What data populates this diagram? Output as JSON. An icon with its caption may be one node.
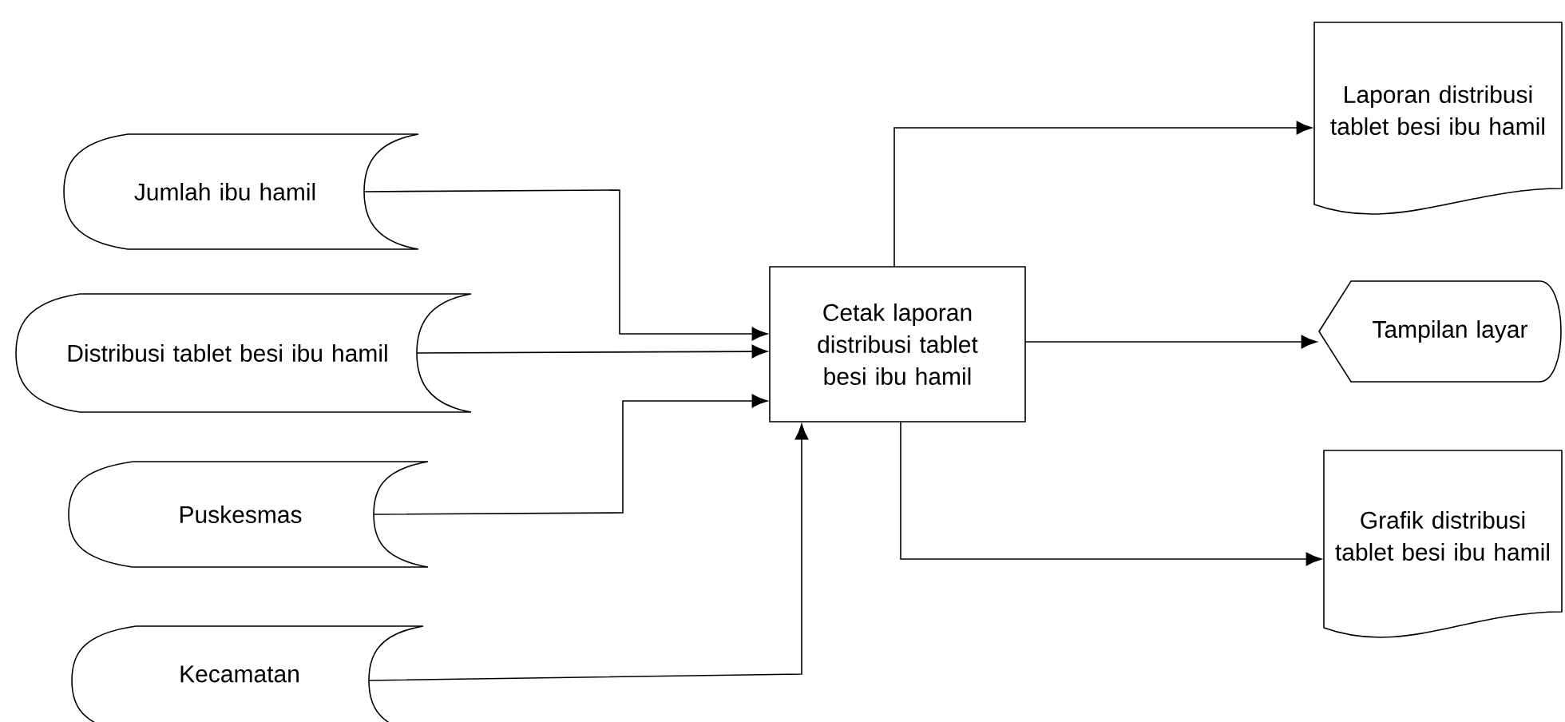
{
  "diagram": {
    "nodes": [
      {
        "text": [
          "Jumlah ibu hamil"
        ]
      },
      {
        "text": [
          "Distribusi tablet besi ibu hamil"
        ]
      },
      {
        "text": [
          "Puskesmas"
        ]
      },
      {
        "text": [
          "Kecamatan"
        ]
      },
      {
        "text": [
          "Cetak laporan distribusi tablet besi ibu hamil"
        ]
      },
      {
        "text": [
          "Laporan distribusi tablet besi ibu hamil"
        ]
      },
      {
        "text": [
          "Tampilan layar"
        ]
      },
      {
        "text": [
          "Grafik distribusi tablet besi ibu hamil"
        ]
      }
    ],
    "edges": [
      {
        "from": 0,
        "to": 4,
        "arrow": "to"
      },
      {
        "from": 1,
        "to": 4,
        "arrow": "to"
      },
      {
        "from": 2,
        "to": 4,
        "arrow": "to"
      },
      {
        "from": 3,
        "to": 4,
        "arrow": "to"
      },
      {
        "from": 4,
        "to": 5,
        "arrow": "to"
      },
      {
        "from": 4,
        "to": 6,
        "arrow": "to"
      },
      {
        "from": 4,
        "to": 7,
        "arrow": "to"
      }
    ]
  }
}
